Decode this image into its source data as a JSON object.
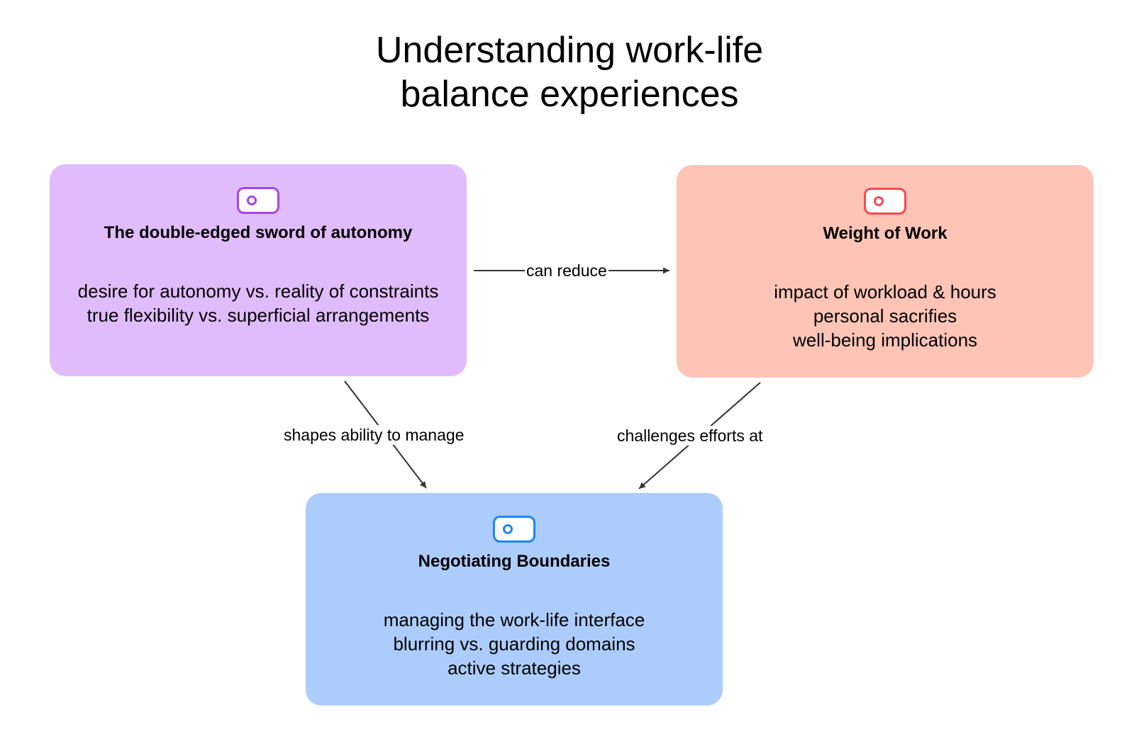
{
  "title": {
    "line1": "Understanding work-life",
    "line2": "balance experiences"
  },
  "nodes": {
    "autonomy": {
      "title": "The double-edged sword of autonomy",
      "lines": [
        "desire for autonomy vs. reality of constraints",
        "true flexibility vs. superficial arrangements"
      ],
      "fill": "#e1bcfc",
      "accent": "#a645f0",
      "icon": "toggle-icon"
    },
    "work": {
      "title": "Weight of Work",
      "lines": [
        "impact of workload & hours",
        "personal sacrifies",
        "well-being implications"
      ],
      "fill": "#fec4b6",
      "accent": "#f54a4f",
      "icon": "toggle-icon"
    },
    "boundary": {
      "title": "Negotiating Boundaries",
      "lines": [
        "managing the work-life interface",
        "blurring vs. guarding domains",
        "active strategies"
      ],
      "fill": "#acccfc",
      "accent": "#1d86f2",
      "icon": "toggle-icon"
    }
  },
  "edges": {
    "can_reduce": {
      "label": "can reduce",
      "from": "autonomy",
      "to": "work"
    },
    "shapes": {
      "label": "shapes ability to manage",
      "from": "autonomy",
      "to": "boundary"
    },
    "challenges": {
      "label": "challenges efforts at",
      "from": "work",
      "to": "boundary"
    }
  },
  "colors": {
    "edge": "#333333"
  }
}
